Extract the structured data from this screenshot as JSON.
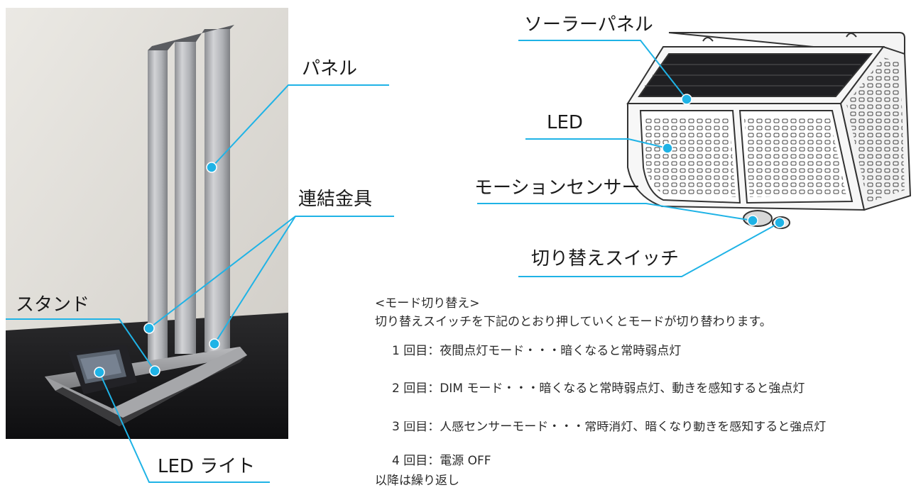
{
  "left_photo": {
    "labels": {
      "panel": "パネル",
      "connector": "連結金具",
      "stand": "スタンド",
      "led_light": "LED ライト"
    }
  },
  "right_diagram": {
    "labels": {
      "solar_panel": "ソーラーパネル",
      "led": "LED",
      "motion_sensor": "モーションセンサー",
      "switch": "切り替えスイッチ"
    }
  },
  "mode_info": {
    "heading": "<モード切り替え>",
    "intro": "切り替えスイッチを下記のとおり押していくとモードが切り替わります。",
    "modes": [
      "1 回目：夜間点灯モード・・・暗くなると常時弱点灯",
      "2 回目：DIM モード・・・暗くなると常時弱点灯、動きを感知すると強点灯",
      "3 回目：人感センサーモード・・・常時消灯、暗くなり動きを感知すると強点灯",
      "4 回目：電源 OFF"
    ],
    "footer": "以降は繰り返し"
  },
  "colors": {
    "leader_line": "#1fb3e6",
    "dot": "#1fb3e6"
  }
}
